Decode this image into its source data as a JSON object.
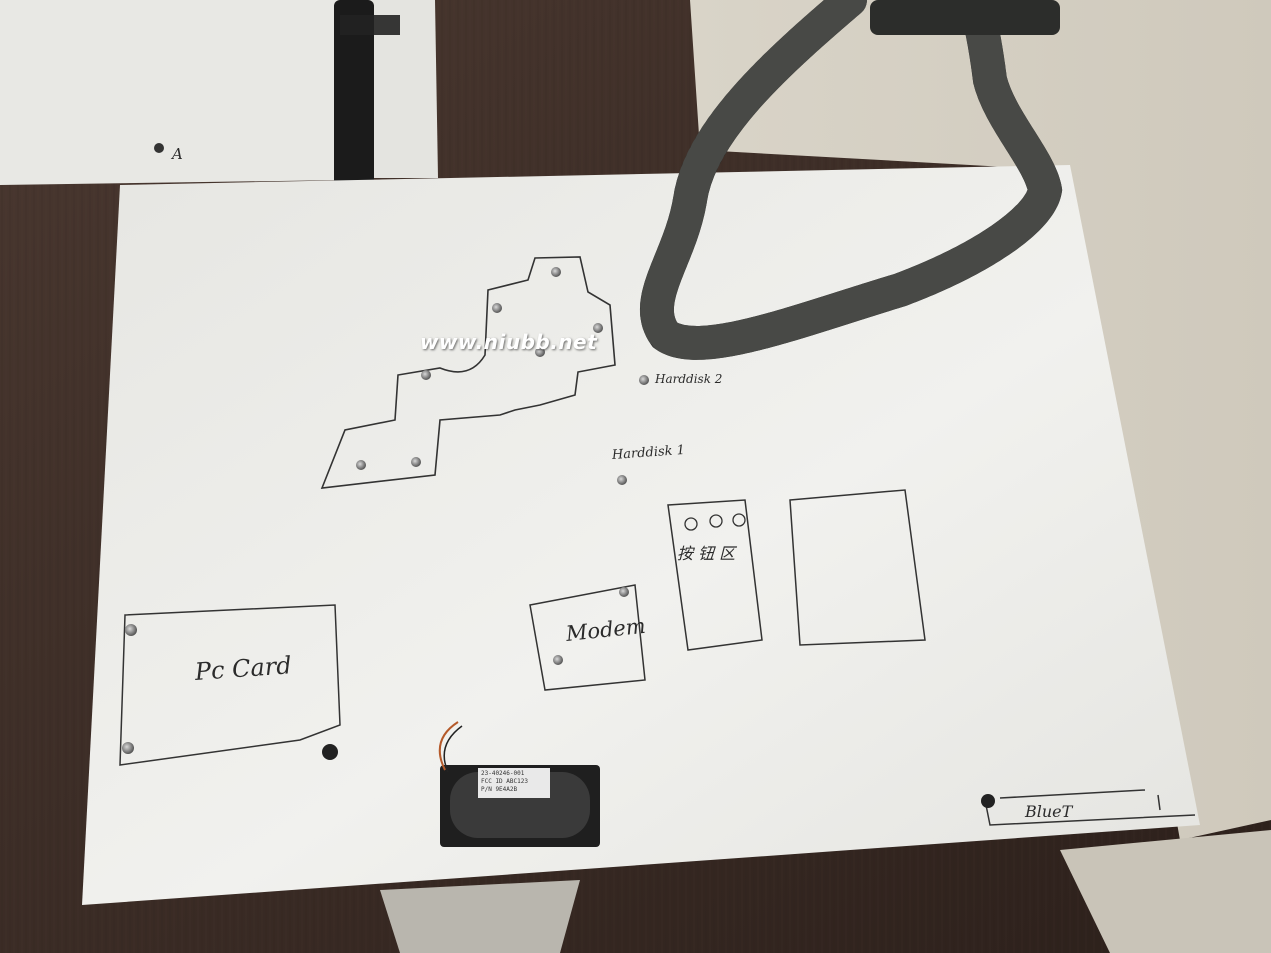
{
  "scene": {
    "watermark": "www.niubb.net",
    "paper_labels": {
      "sheet_a": "A",
      "hard_disk_2": "Harddisk 2",
      "hard_disk_1": "Harddisk 1",
      "modem": "Modem",
      "pc_card": "Pc Card",
      "bluetooth": "BlueT",
      "panel_characters": "按 钮 区"
    },
    "module_label": {
      "line1": "23-40246-001",
      "line2": "FCC ID ABC123",
      "line3": "P/N  9E4A2B"
    }
  },
  "colors": {
    "desk": "#3a2a24",
    "paper": "#eeeeea",
    "ink": "#2b2b2b",
    "cord": "#2f302e"
  }
}
